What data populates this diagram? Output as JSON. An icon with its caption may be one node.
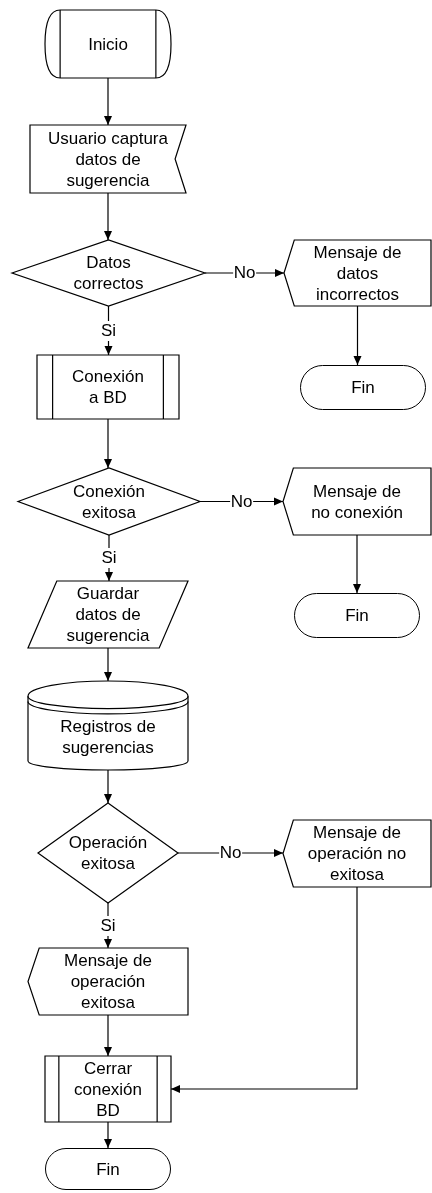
{
  "diagram": {
    "nodes": [
      {
        "text": [
          "Inicio"
        ]
      },
      {
        "text": [
          "Usuario captura datos de sugerencia"
        ]
      },
      {
        "text": [
          "Datos correctos"
        ]
      },
      {
        "text": [
          "Mensaje de datos incorrectos"
        ]
      },
      {
        "text": [
          "Fin"
        ]
      },
      {
        "text": [
          "Conexión a BD"
        ]
      },
      {
        "text": [
          "Conexión exitosa"
        ]
      },
      {
        "text": [
          "Mensaje de no conexión"
        ]
      },
      {
        "text": [
          "Fin"
        ]
      },
      {
        "text": [
          "Guardar datos de sugerencia"
        ]
      },
      {
        "text": [
          "Registros de sugerencias"
        ]
      },
      {
        "text": [
          "Operación exitosa"
        ]
      },
      {
        "text": [
          "Mensaje de operación no exitosa"
        ]
      },
      {
        "text": [
          "Mensaje de operación exitosa"
        ]
      },
      {
        "text": [
          "Cerrar conexión BD"
        ]
      },
      {
        "text": [
          "Fin"
        ]
      }
    ],
    "edges": [
      {
        "from": 0,
        "to": 1,
        "arrow": "to"
      },
      {
        "from": 1,
        "to": 2,
        "arrow": "to"
      },
      {
        "from": 2,
        "to": 3,
        "label": "No",
        "arrow": "to"
      },
      {
        "from": 3,
        "to": 4,
        "arrow": "to"
      },
      {
        "from": 2,
        "to": 5,
        "label": "Si",
        "arrow": "to"
      },
      {
        "from": 5,
        "to": 6,
        "arrow": "to"
      },
      {
        "from": 6,
        "to": 7,
        "label": "No",
        "arrow": "to"
      },
      {
        "from": 7,
        "to": 8,
        "arrow": "to"
      },
      {
        "from": 6,
        "to": 9,
        "label": "Si",
        "arrow": "to"
      },
      {
        "from": 9,
        "to": 10,
        "arrow": "to"
      },
      {
        "from": 10,
        "to": 11,
        "arrow": "to"
      },
      {
        "from": 11,
        "to": 12,
        "label": "No",
        "arrow": "to"
      },
      {
        "from": 11,
        "to": 13,
        "label": "Si",
        "arrow": "to"
      },
      {
        "from": 13,
        "to": 14,
        "arrow": "to"
      },
      {
        "from": 12,
        "to": 14,
        "arrow": "to"
      },
      {
        "from": 14,
        "to": 15,
        "arrow": "to"
      }
    ]
  }
}
